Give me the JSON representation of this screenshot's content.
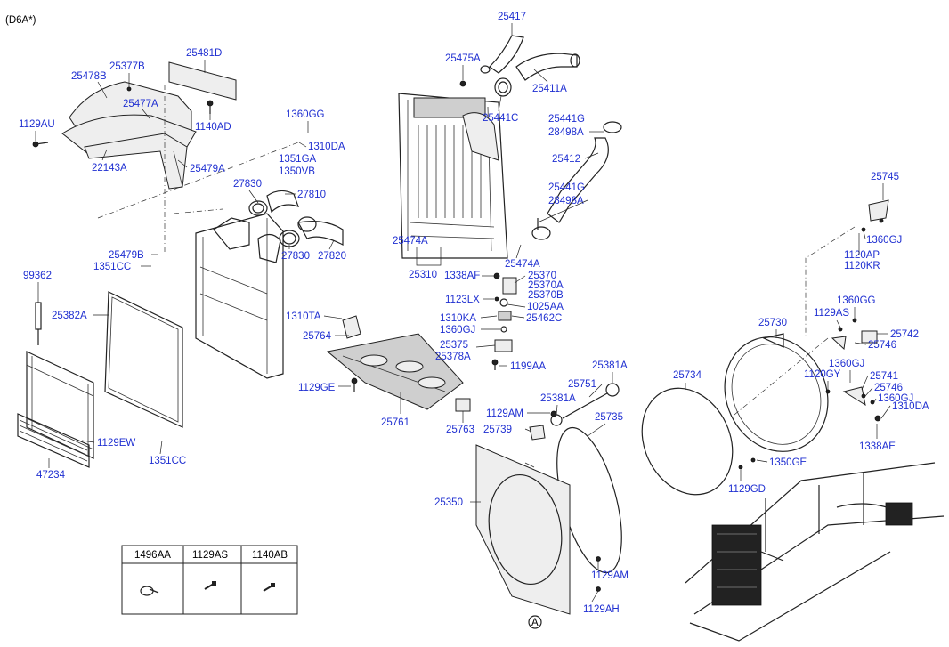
{
  "header": {
    "model_code": "(D6A*)"
  },
  "legend_table": {
    "headers": [
      "1496AA",
      "1129AS",
      "1140AB"
    ],
    "icons": [
      "hose-clamp-icon",
      "bolt-icon",
      "bolt-icon"
    ]
  },
  "callouts": {
    "reference_mark": "A"
  },
  "labels": [
    "25417",
    "25475A",
    "25411A",
    "25441C",
    "25441G",
    "28498A",
    "25412",
    "25441G",
    "28498A",
    "25474A",
    "25310",
    "25474A",
    "1338AF",
    "25370",
    "25370A",
    "25370B",
    "1123LX",
    "1025AA",
    "1310KA",
    "25462C",
    "1360GJ",
    "25375",
    "25378A",
    "1199AA",
    "25381A",
    "25751",
    "25381A",
    "1129AM",
    "25739",
    "25735",
    "25763",
    "25761",
    "1129GE",
    "1310TA",
    "25764",
    "25481D",
    "25377B",
    "25478B",
    "25477A",
    "1140AD",
    "1129AU",
    "22143A",
    "25479A",
    "1360GG",
    "1310DA",
    "1351GA",
    "1350VB",
    "27830",
    "27810",
    "27830",
    "27820",
    "25479B",
    "1351CC",
    "99362",
    "25382A",
    "1129EW",
    "47234",
    "1351CC",
    "25745",
    "1360GJ",
    "1120AP",
    "1120KR",
    "1360GG",
    "25730",
    "1129AS",
    "25742",
    "25746",
    "1360GJ",
    "1120GY",
    "25741",
    "25746",
    "1360GJ",
    "1310DA",
    "1338AE",
    "25734",
    "1350GE",
    "1129GD",
    "25350",
    "1129AM",
    "1129AH"
  ]
}
